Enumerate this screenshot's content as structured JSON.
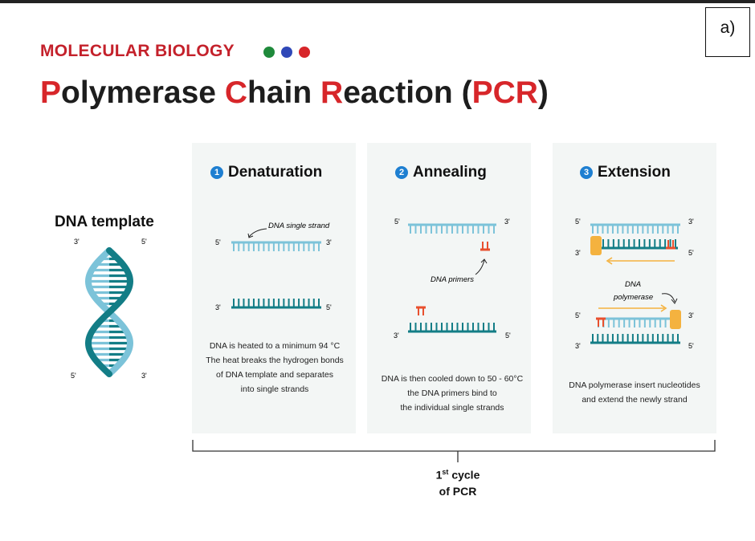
{
  "panel_label": "a)",
  "subtitle": "MOLECULAR BIOLOGY",
  "subtitle_dots": [
    "#1f8a3b",
    "#2f48b8",
    "#d7262a"
  ],
  "title": {
    "w1_first": "P",
    "w1_rest": "olymerase ",
    "w2_first": "C",
    "w2_rest": "hain ",
    "w3_first": "R",
    "w3_rest": "eaction ",
    "paren_open": "(",
    "abbr": "PCR",
    "paren_close": ")"
  },
  "template": {
    "label": "DNA template",
    "top_left": "3'",
    "top_right": "5'",
    "bottom_left": "5'",
    "bottom_right": "3'"
  },
  "steps": [
    {
      "number": "1",
      "name": "Denaturation",
      "annotation": "DNA single strand",
      "ends": [
        "5'",
        "3'",
        "3'",
        "5'"
      ],
      "desc": [
        "DNA is heated to a minimum 94 °C",
        "The heat breaks the hydrogen bonds",
        "of DNA template and separates",
        "into single strands"
      ]
    },
    {
      "number": "2",
      "name": "Annealing",
      "annotation": "DNA primers",
      "ends": [
        "5'",
        "3'",
        "3'",
        "5'"
      ],
      "desc": [
        "DNA is then cooled down to 50 - 60°C",
        "the DNA primers bind to",
        "the individual single strands"
      ]
    },
    {
      "number": "3",
      "name": "Extension",
      "annotation_line1": "DNA",
      "annotation_line2": "polymerase",
      "ends": [
        "5'",
        "3'",
        "3'",
        "5'",
        "5'",
        "3'",
        "3'",
        "5'"
      ],
      "desc": [
        "DNA polymerase insert nucleotides",
        "and extend the newly strand"
      ]
    }
  ],
  "cycle": {
    "num": "1",
    "sup": "st",
    "word": "cycle",
    "line2": "of PCR"
  },
  "colors": {
    "light_strand": "#7cc3d9",
    "dark_strand": "#137d86",
    "primer": "#e8502e",
    "polymerase": "#f4b23f",
    "arrow": "#f4b23f",
    "accent_red": "#d7262a"
  }
}
